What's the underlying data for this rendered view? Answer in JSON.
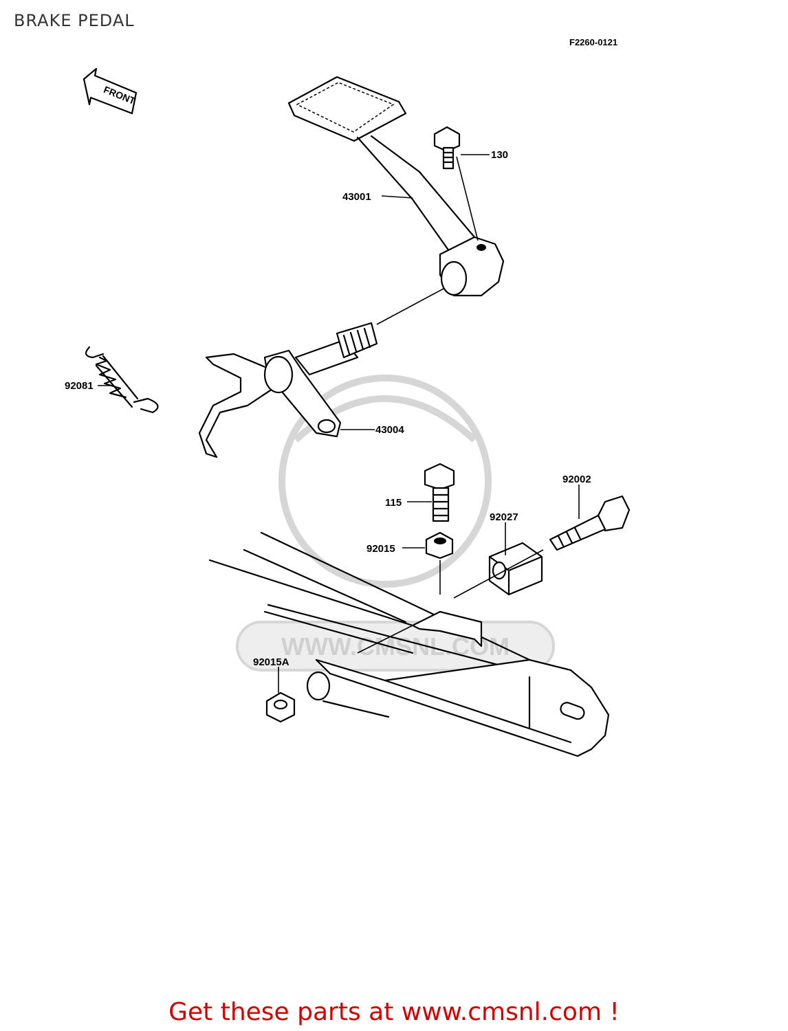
{
  "page_title": "BRAKE PEDAL",
  "diagram_code": "F2260-0121",
  "front_arrow_label": "FRONT",
  "watermark_text": "WWW.CMSNL.COM",
  "footer_link_text": "Get these parts at www.cmsnl.com !",
  "parts": {
    "p130": "130",
    "p43001": "43001",
    "p92081": "92081",
    "p43004": "43004",
    "p92002": "92002",
    "p115": "115",
    "p92027": "92027",
    "p92015": "92015",
    "p92015a": "92015A"
  },
  "colors": {
    "footer_link": "#d40000",
    "watermark": "#d6d6d6"
  }
}
